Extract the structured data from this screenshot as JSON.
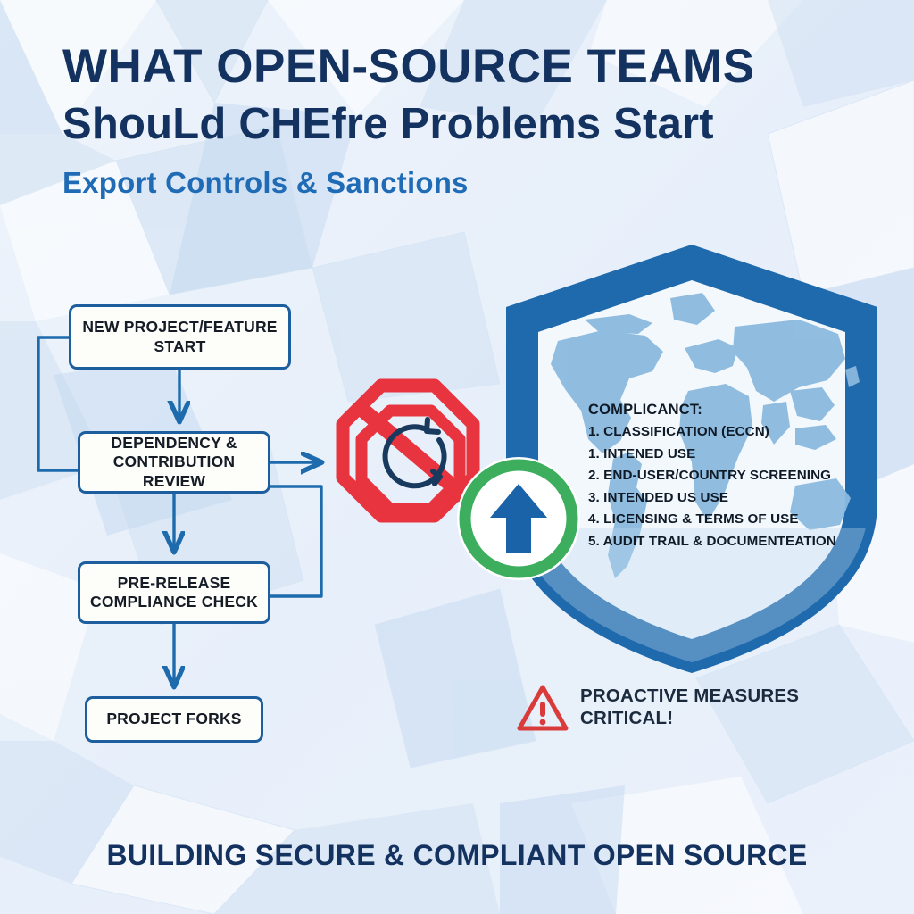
{
  "header": {
    "title_line1": "WHAT OPEN-SOURCE TEAMS",
    "title_line2": "ShouLd CHEfre Problems Start",
    "subtitle": "Export Controls & Sanctions"
  },
  "flowchart": {
    "name": "compliance-process-flow",
    "boxes": [
      {
        "id": "new-project",
        "label": "NEW PROJECT/FEATURE START"
      },
      {
        "id": "dependency-review",
        "label": "DEPENDENCY & CONTRIBUTION REVIEW"
      },
      {
        "id": "pre-release-check",
        "label": "PRE-RELEASE COMPLIANCE CHECK"
      },
      {
        "id": "project-forks",
        "label": "PROJECT FORKS"
      }
    ]
  },
  "checklist": {
    "heading": "COMPLICANCT:",
    "items": [
      "1. CLASSIFICATION (ECCN)",
      "1. INTENED USE",
      "2. END-USER/COUNTRY SCREENING",
      "3. INTENDED US USE",
      "4. LICENSING & TERMS OF USE",
      "5. AUDIT TRAIL & DOCUMENTEATION"
    ]
  },
  "warning": {
    "line1": "PROACTIVE MEASURES",
    "line2": "CRITICAL!",
    "icon": "warning-triangle-icon"
  },
  "icons": {
    "prohibition": "no-redistribution-octagon-icon",
    "approved": "green-circle-up-arrow-icon",
    "shield": "shield-world-map-icon"
  },
  "banner": {
    "text": "BUILDING SECURE & COMPLIANT OPEN SOURCE"
  },
  "colors": {
    "navy": "#14325f",
    "accent_blue": "#1f6bb5",
    "shield_border": "#1f69ad",
    "shield_inner": "#7fb4dd",
    "box_border": "#1d5f9e",
    "red": "#e8343f",
    "green": "#3cae5d",
    "warning_red": "#d93b3b",
    "background": "#edf3fa"
  }
}
